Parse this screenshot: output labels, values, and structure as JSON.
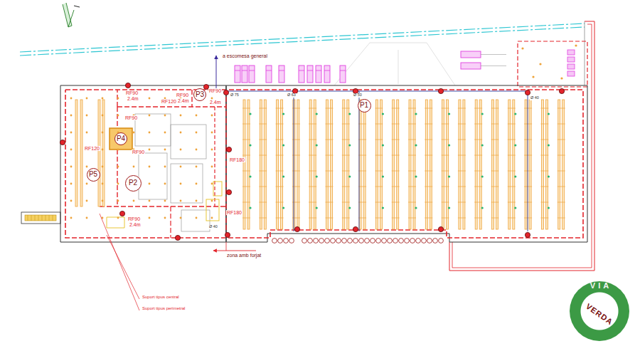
{
  "diagram": {
    "nodes": [
      {
        "text": [
          "P1"
        ]
      },
      {
        "text": [
          "P2"
        ]
      },
      {
        "text": [
          "P3"
        ]
      },
      {
        "text": [
          "P4"
        ]
      },
      {
        "text": [
          "P5"
        ]
      },
      {
        "text": [
          "VIA",
          "VERDA"
        ]
      }
    ],
    "labels": [
      "RF90",
      "2.4m",
      "RF120",
      "RF90",
      "2.4m",
      "RF90",
      "2.4m",
      "RF90",
      "RF90",
      "RF120",
      "RF180",
      "RF180",
      "RF90",
      "2.4m",
      "a escomesa general",
      "zona amb forjat",
      "Suport tipus central",
      "Suport tipus perimetral",
      "Ø 75",
      "Ø 63",
      "Ø 50",
      "Ø 40",
      "Ø 40"
    ]
  }
}
